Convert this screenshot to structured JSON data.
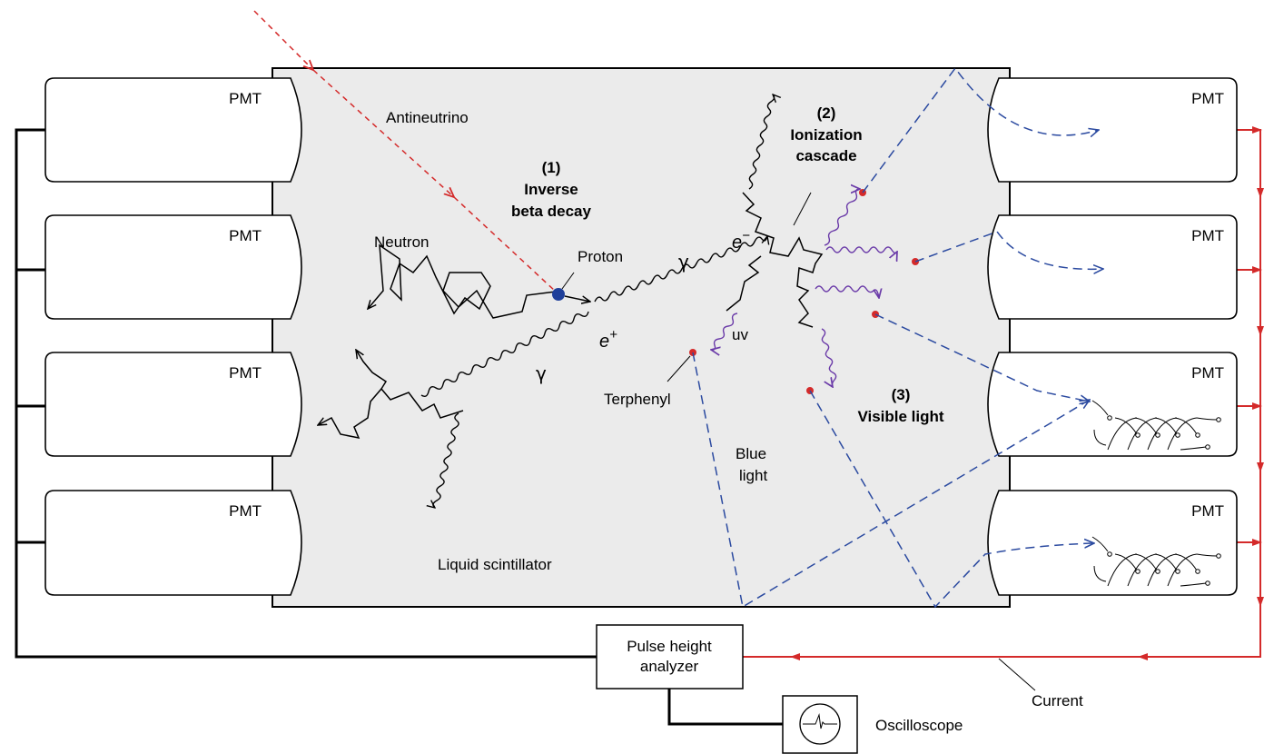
{
  "labels": {
    "antineutrino": "Antineutrino",
    "neutron": "Neutron",
    "proton": "Proton",
    "inverse_beta_number": "(1)",
    "inverse_beta_line1": "Inverse",
    "inverse_beta_line2": "beta decay",
    "ionization_number": "(2)",
    "ionization_line1": "Ionization",
    "ionization_line2": "cascade",
    "visible_number": "(3)",
    "visible_line": "Visible light",
    "electron": "e",
    "electron_sup": "−",
    "positron": "e",
    "positron_sup": "+",
    "gamma": "γ",
    "uv": "uv",
    "terphenyl": "Terphenyl",
    "blue_line1": "Blue",
    "blue_line2": "light",
    "liquid_scintillator": "Liquid scintillator",
    "pmt": "PMT",
    "pulse_line1": "Pulse height",
    "pulse_line2": "analyzer",
    "oscilloscope": "Oscilloscope",
    "current": "Current"
  },
  "colors": {
    "tank_fill": "#ebebeb",
    "antineutrino": "#d42a2a",
    "current_wire": "#d42a2a",
    "blue_light": "#2b4aa0",
    "uv_wave": "#6a3aa8",
    "terphenyl_dot": "#d42a2a",
    "proton_dot": "#1f3f9a"
  }
}
